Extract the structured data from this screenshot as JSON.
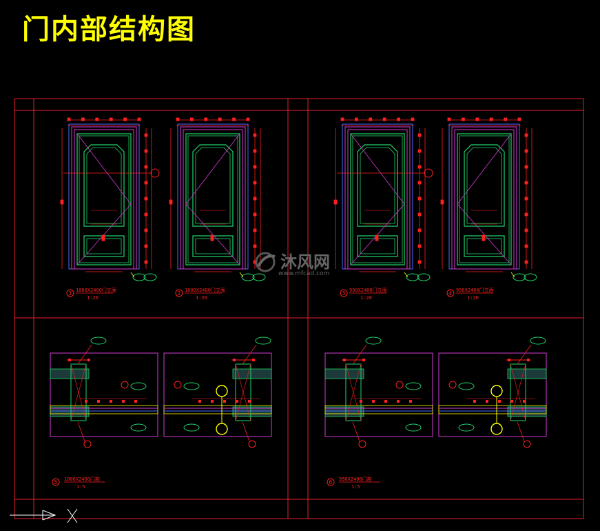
{
  "title": "门内部结构图",
  "colors": {
    "background": "#000000",
    "frame": "#e8202a",
    "title": "#ffff00",
    "door_green": "#21d46b",
    "door_magenta": "#d53bd5",
    "door_blue": "#4a6cff",
    "dim": "#ff2020",
    "yellow": "#ffff00",
    "white": "#ffffff"
  },
  "elevations": [
    {
      "num": "1",
      "label": "1000X2400门立面",
      "scale": "1:20"
    },
    {
      "num": "2",
      "label": "1000X2400门立面",
      "scale": "1:20"
    },
    {
      "num": "3",
      "label": "950X2400门立面",
      "scale": "1:20"
    },
    {
      "num": "4",
      "label": "950X2400门立面",
      "scale": "1:20"
    }
  ],
  "sections": [
    {
      "num": "5",
      "label": "1000X2400门剖",
      "scale": "1:5"
    },
    {
      "num": "6",
      "label": "950X2400门剖",
      "scale": "1:5"
    }
  ],
  "watermark": {
    "brand": "沐风网",
    "url": "www.mfcad.com"
  }
}
